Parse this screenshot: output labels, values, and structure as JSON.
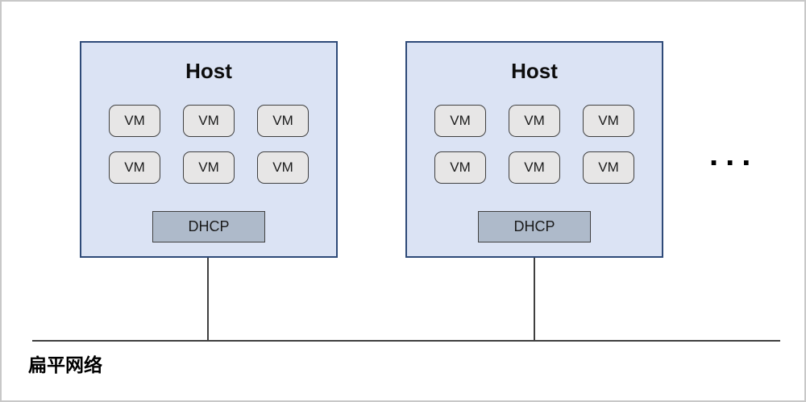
{
  "diagram": {
    "hosts": [
      {
        "title": "Host",
        "vms": [
          "VM",
          "VM",
          "VM",
          "VM",
          "VM",
          "VM"
        ],
        "dhcp_label": "DHCP"
      },
      {
        "title": "Host",
        "vms": [
          "VM",
          "VM",
          "VM",
          "VM",
          "VM",
          "VM"
        ],
        "dhcp_label": "DHCP"
      }
    ],
    "more_hosts_ellipsis": "...",
    "network_label": "扁平网络",
    "colors": {
      "host_fill": "#dbe3f4",
      "host_border": "#2e4a78",
      "vm_fill": "#e7e6e6",
      "vm_border": "#404040",
      "dhcp_fill": "#aebaca",
      "line_color": "#3f3f3f",
      "frame_border": "#c8c8c8"
    }
  }
}
